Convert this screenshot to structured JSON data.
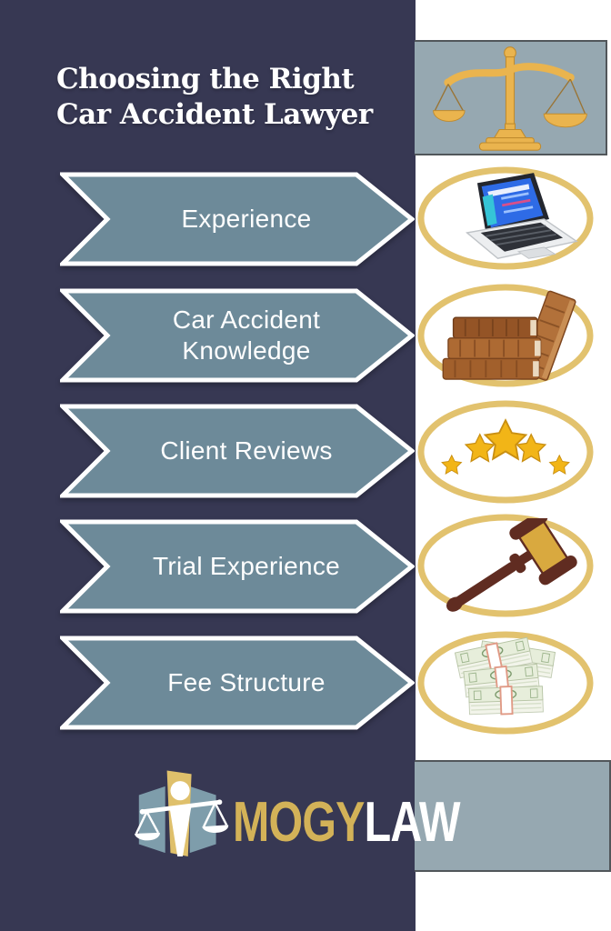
{
  "title": {
    "line1": "Choosing the Right",
    "line2": "Car Accident Lawyer"
  },
  "steps": [
    {
      "label": "Experience",
      "icon": "laptop-icon"
    },
    {
      "label": "Car Accident Knowledge",
      "icon": "law-books-icon"
    },
    {
      "label": "Client Reviews",
      "icon": "five-stars-icon"
    },
    {
      "label": "Trial Experience",
      "icon": "gavel-icon"
    },
    {
      "label": "Fee Structure",
      "icon": "cash-stacks-icon"
    }
  ],
  "header": {
    "icon": "scales-of-justice-icon"
  },
  "logo": {
    "word1": "MOGY",
    "word2": "LAW",
    "icon": "mogy-law-emblem-icon"
  },
  "colors": {
    "background_navy": "#373853",
    "arrow_fill": "#6d8a99",
    "panel_blue_gray": "#96a8b1",
    "ring_gold": "#e2c26e",
    "logo_gold": "#d3b258",
    "text_white": "#ffffff"
  }
}
